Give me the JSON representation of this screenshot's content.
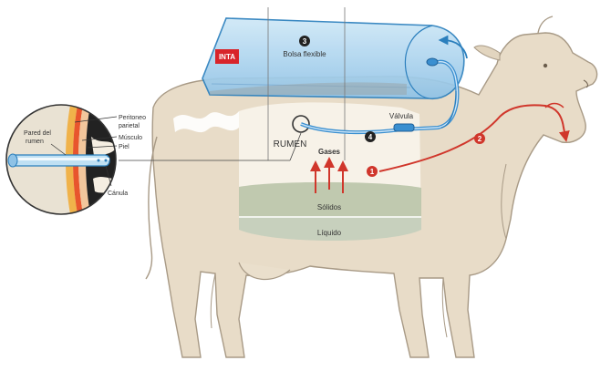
{
  "brand": {
    "logo_text": "INTA"
  },
  "steps": {
    "bag": {
      "number": "3",
      "label": "Bolsa flexible"
    },
    "valve": {
      "number": "4",
      "label": "Válvula"
    },
    "gas_path_1": {
      "number": "1"
    },
    "gas_path_2": {
      "number": "2"
    }
  },
  "rumen": {
    "title": "RUMEN",
    "gases": "Gases",
    "solids": "Sólidos",
    "liquid": "Líquido"
  },
  "inset": {
    "rumen_wall": "Pared del rumen",
    "peritoneum": "Peritoneo parietal",
    "muscle": "Músculo",
    "skin": "Piel",
    "cannula": "Cánula"
  },
  "colors": {
    "cow_body": "#e8dcc8",
    "cow_outline": "#a89a86",
    "bag_fill": "#a9d4ee",
    "bag_stroke": "#2b7fbd",
    "tube": "#3a8fd0",
    "gas_arrow": "#d0362b",
    "solids": "#b9c4a8",
    "liquid": "#c7d0bd",
    "logo_red": "#d8242a"
  }
}
